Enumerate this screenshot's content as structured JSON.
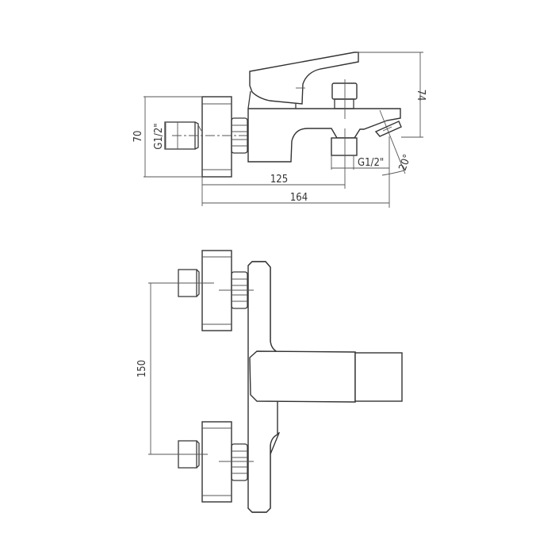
{
  "drawing": {
    "title": "Wall-mounted bath mixer technical drawing",
    "views": {
      "side_view": {
        "dimensions": {
          "height_total": "70",
          "inlet_thread": "G1/2\"",
          "outlet_thread": "G1/2\"",
          "spout_angle": "20°",
          "inlet_to_shower_outlet": "125",
          "total_depth": "164",
          "height_above_spout": "74"
        }
      },
      "top_view": {
        "dimensions": {
          "inlet_spacing": "150"
        }
      }
    },
    "colors": {
      "line": "#3a3a3a",
      "background": "#ffffff"
    }
  }
}
